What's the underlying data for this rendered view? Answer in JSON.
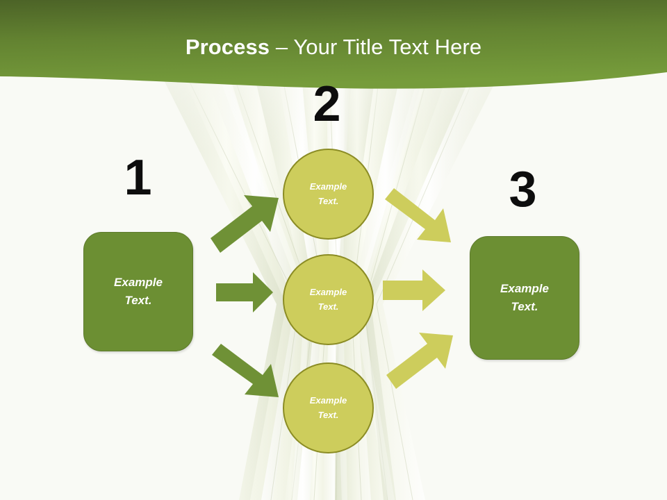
{
  "slide": {
    "background_color": "#f9faf5",
    "background_image_name": "celery-stalks-photo"
  },
  "header": {
    "title_strong": "Process",
    "title_rest": " – Your Title Text Here",
    "gradient_top": "#4f6629",
    "gradient_bottom": "#74993a",
    "text_color": "#ffffff"
  },
  "steps": [
    {
      "number": "1",
      "label_line1": "Example",
      "label_line2": "Text."
    },
    {
      "number": "2"
    },
    {
      "number": "3",
      "label_line1": "Example",
      "label_line2": "Text."
    }
  ],
  "middle_items": [
    {
      "label_line1": "Example",
      "label_line2": "Text."
    },
    {
      "label_line1": "Example",
      "label_line2": "Text."
    },
    {
      "label_line1": "Example",
      "label_line2": "Text."
    }
  ],
  "colors": {
    "box_fill": "#6c8f33",
    "box_border": "#5d7a2c",
    "circle_fill": "#cdcd5c",
    "circle_border": "#8b8c24",
    "arrow_in": "#6f9136",
    "arrow_out": "#cdcd5c",
    "number_color": "#0d0d0d"
  },
  "arrows": [
    {
      "name": "arrow-in-top",
      "direction": "up-right",
      "color": "#6f9136"
    },
    {
      "name": "arrow-in-middle",
      "direction": "right",
      "color": "#6f9136"
    },
    {
      "name": "arrow-in-bottom",
      "direction": "down-right",
      "color": "#6f9136"
    },
    {
      "name": "arrow-out-top",
      "direction": "down-right",
      "color": "#cdcd5c"
    },
    {
      "name": "arrow-out-middle",
      "direction": "right",
      "color": "#cdcd5c"
    },
    {
      "name": "arrow-out-bottom",
      "direction": "up-right",
      "color": "#cdcd5c"
    }
  ]
}
